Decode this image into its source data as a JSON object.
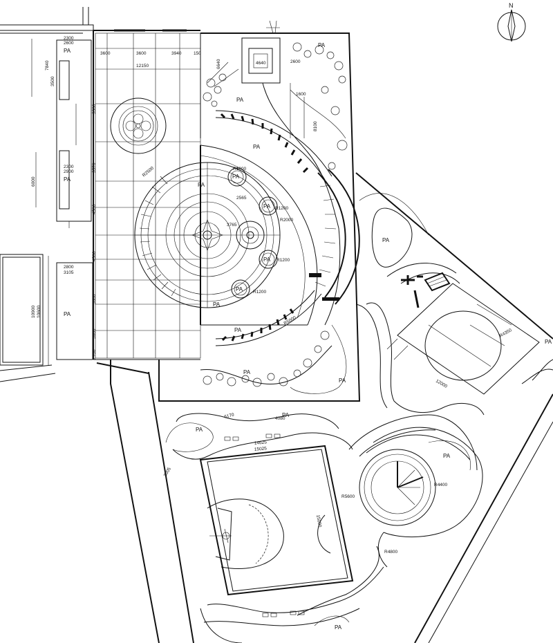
{
  "north_label": "N",
  "area_label": "PA",
  "top_strip_dims": [
    "2300",
    "2600",
    "3600",
    "3600",
    "3940",
    "150"
  ],
  "top_dim_12150": "12150",
  "left_dims": [
    "7840",
    "3500",
    "6000",
    "10900",
    "10600",
    "2300",
    "2900",
    "2800",
    "3105",
    "3300",
    "3570",
    "4500",
    "4500",
    "3600",
    "3600",
    "2700"
  ],
  "circle_dims": [
    "R1200",
    "R1200",
    "R1200",
    "R1200",
    "R2500",
    "R2000",
    "R5000",
    "2565",
    "3765"
  ],
  "right_dims": [
    "6640",
    "4640",
    "2600",
    "1600",
    "8100",
    "12000",
    "R4350",
    "R5600",
    "R4400",
    "R4800"
  ],
  "court_dims": [
    "14625",
    "15025",
    "15000",
    "R5600"
  ],
  "bottom_dims": [
    "6170",
    "4080",
    "3005"
  ]
}
